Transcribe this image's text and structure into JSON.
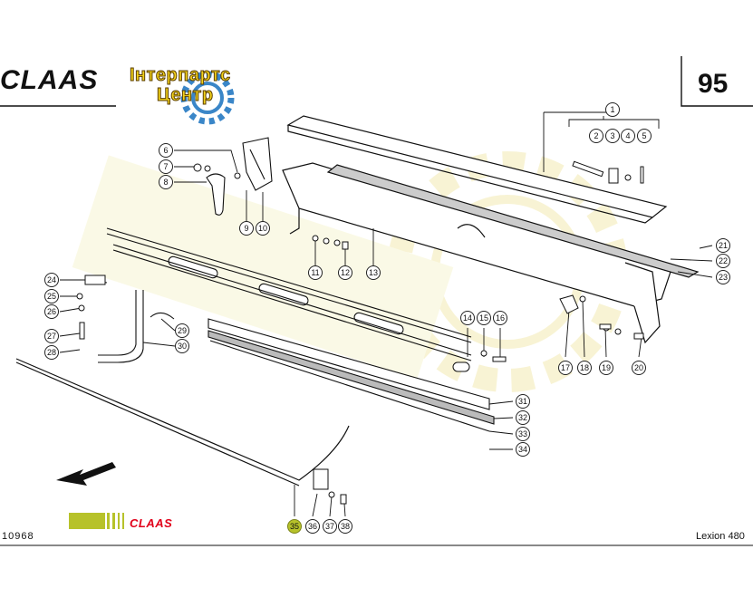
{
  "header": {
    "brand": "CLAAS",
    "logo_line1": "Інтерпартс",
    "logo_line2": "Центр",
    "page_number": "95"
  },
  "footer": {
    "doc_code": "10968",
    "model": "Lexion 480",
    "footer_brand": "CLAAS"
  },
  "colors": {
    "highlight": "#b7c22a",
    "footer_brand": "#e1001a",
    "logo_fill": "#f2d21a"
  },
  "callouts": [
    {
      "id": "1"
    },
    {
      "id": "2"
    },
    {
      "id": "3"
    },
    {
      "id": "4"
    },
    {
      "id": "5"
    },
    {
      "id": "6"
    },
    {
      "id": "7"
    },
    {
      "id": "8"
    },
    {
      "id": "9"
    },
    {
      "id": "10"
    },
    {
      "id": "11"
    },
    {
      "id": "12"
    },
    {
      "id": "13"
    },
    {
      "id": "14"
    },
    {
      "id": "15"
    },
    {
      "id": "16"
    },
    {
      "id": "17"
    },
    {
      "id": "18"
    },
    {
      "id": "19"
    },
    {
      "id": "20"
    },
    {
      "id": "21"
    },
    {
      "id": "22"
    },
    {
      "id": "23"
    },
    {
      "id": "24"
    },
    {
      "id": "25"
    },
    {
      "id": "26"
    },
    {
      "id": "27"
    },
    {
      "id": "28"
    },
    {
      "id": "29"
    },
    {
      "id": "30"
    },
    {
      "id": "31"
    },
    {
      "id": "32"
    },
    {
      "id": "33"
    },
    {
      "id": "34"
    },
    {
      "id": "35",
      "highlighted": true
    },
    {
      "id": "36"
    },
    {
      "id": "37"
    },
    {
      "id": "38"
    }
  ]
}
